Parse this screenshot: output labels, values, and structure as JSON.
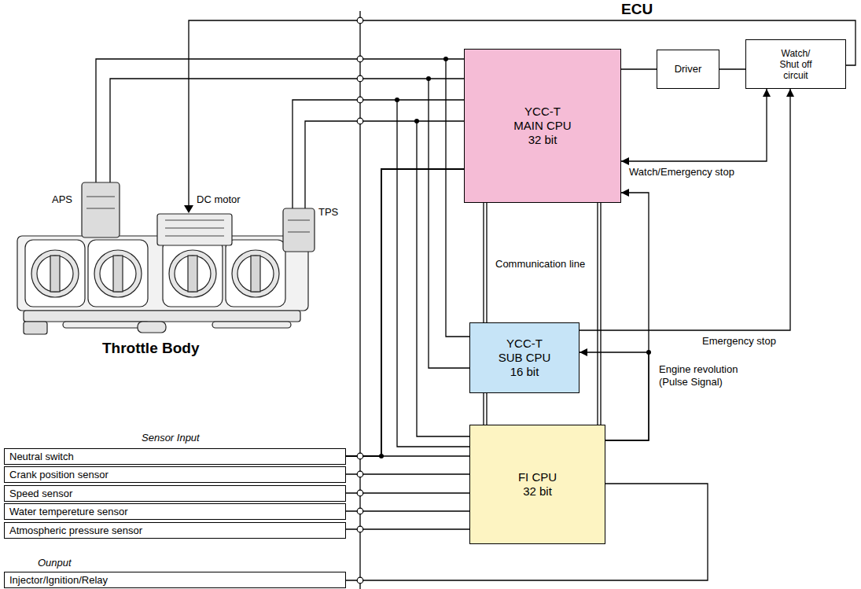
{
  "diagram": {
    "title": "ECU",
    "nodes": [
      {
        "text": [
          "YCC-T MAIN CPU 32 bit"
        ]
      },
      {
        "text": [
          "Driver"
        ]
      },
      {
        "text": [
          "Watch/ Shut off circuit"
        ]
      },
      {
        "text": [
          "YCC-T SUB CPU 16 bit"
        ]
      },
      {
        "text": [
          "FI CPU 32 bit"
        ]
      },
      {
        "text": [
          "Neutral switch"
        ]
      },
      {
        "text": [
          "Crank position sensor"
        ]
      },
      {
        "text": [
          "Speed sensor"
        ]
      },
      {
        "text": [
          "Water tempereture sensor"
        ]
      },
      {
        "text": [
          "Atmospheric pressure sensor"
        ]
      },
      {
        "text": [
          "Injector/Ignition/Relay"
        ]
      }
    ],
    "edges": [
      {
        "from": 0,
        "to": 1,
        "arrow": "none"
      },
      {
        "from": 1,
        "to": 2,
        "arrow": "none"
      },
      {
        "from": 0,
        "to": 2,
        "label": "Watch/Emergency stop",
        "arrow": "both"
      },
      {
        "from": 3,
        "to": 2,
        "label": "Emergency stop",
        "arrow": "to"
      },
      {
        "from": 0,
        "to": 3,
        "label": "Communication line",
        "arrow": "none"
      },
      {
        "from": 3,
        "to": 4,
        "arrow": "none"
      },
      {
        "from": 0,
        "to": 4,
        "arrow": "none"
      },
      {
        "from": 4,
        "to": 0,
        "arrow": "to"
      },
      {
        "from": 4,
        "to": 3,
        "arrow": "to"
      },
      {
        "from": 5,
        "to": 0,
        "arrow": "none"
      },
      {
        "from": 5,
        "to": 4,
        "arrow": "none"
      },
      {
        "from": 6,
        "to": 4,
        "arrow": "none"
      },
      {
        "from": 7,
        "to": 4,
        "arrow": "none"
      },
      {
        "from": 8,
        "to": 4,
        "arrow": "none"
      },
      {
        "from": 9,
        "to": 4,
        "arrow": "none"
      },
      {
        "from": 4,
        "to": 10,
        "arrow": "none"
      }
    ],
    "labels": [
      "APS",
      "DC motor",
      "TPS",
      "Throttle Body",
      "Engine revolution (Pulse Signal)",
      "Sensor Input",
      "Ounput"
    ]
  }
}
